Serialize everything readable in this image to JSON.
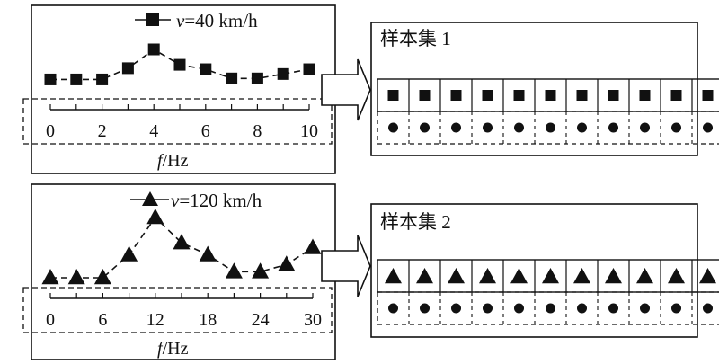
{
  "panels": [
    {
      "legend": {
        "prefix": "v",
        "suffix": "=40 km/h"
      },
      "marker": "square",
      "x_ticks": [
        "0",
        "2",
        "4",
        "6",
        "8",
        "10"
      ],
      "x_label": {
        "italic": "f",
        "rest": "/Hz"
      },
      "sample_set_label": "样本集 1",
      "chart_data": {
        "type": "line",
        "x": [
          0,
          1,
          2,
          3,
          4,
          5,
          6,
          7,
          8,
          9,
          10
        ],
        "y": [
          0.12,
          0.12,
          0.12,
          0.45,
          1.0,
          0.55,
          0.42,
          0.15,
          0.15,
          0.28,
          0.42
        ],
        "xlim": [
          0,
          10
        ],
        "ylim": [
          0,
          1
        ]
      }
    },
    {
      "legend": {
        "prefix": "v",
        "suffix": "=120 km/h"
      },
      "marker": "triangle",
      "x_ticks": [
        "0",
        "6",
        "12",
        "18",
        "24",
        "30"
      ],
      "x_label": {
        "italic": "f",
        "rest": "/Hz"
      },
      "sample_set_label": "样本集 2",
      "chart_data": {
        "type": "line",
        "x": [
          0,
          3,
          6,
          9,
          12,
          15,
          18,
          21,
          24,
          27,
          30
        ],
        "y": [
          0.0,
          0.0,
          0.0,
          0.38,
          1.0,
          0.58,
          0.38,
          0.1,
          0.1,
          0.22,
          0.5
        ],
        "xlim": [
          0,
          30
        ],
        "ylim": [
          0,
          1
        ]
      }
    }
  ]
}
